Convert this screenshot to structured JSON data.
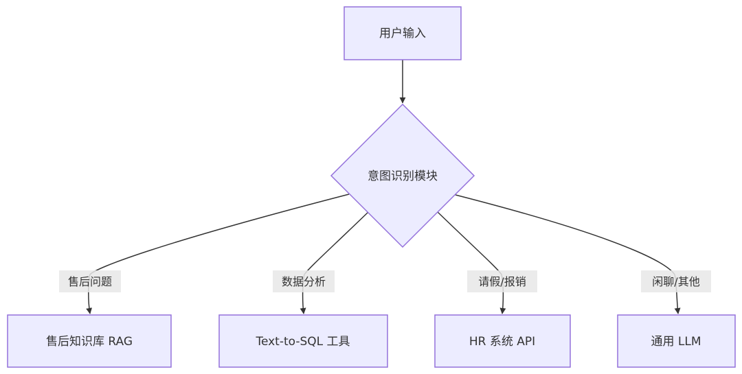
{
  "diagram": {
    "type": "flowchart",
    "nodes": {
      "input": {
        "label": "用户输入",
        "shape": "rectangle"
      },
      "intent": {
        "label": "意图识别模块",
        "shape": "diamond"
      },
      "rag": {
        "label": "售后知识库 RAG",
        "shape": "rectangle"
      },
      "sql": {
        "label": "Text-to-SQL 工具",
        "shape": "rectangle"
      },
      "hr": {
        "label": "HR 系统 API",
        "shape": "rectangle"
      },
      "llm": {
        "label": "通用 LLM",
        "shape": "rectangle"
      }
    },
    "edges": [
      {
        "from": "input",
        "to": "intent",
        "label": ""
      },
      {
        "from": "intent",
        "to": "rag",
        "label": "售后问题"
      },
      {
        "from": "intent",
        "to": "sql",
        "label": "数据分析"
      },
      {
        "from": "intent",
        "to": "hr",
        "label": "请假/报销"
      },
      {
        "from": "intent",
        "to": "llm",
        "label": "闲聊/其他"
      }
    ],
    "colors": {
      "node_fill": "#ECECFF",
      "node_stroke": "#9370DB",
      "edge": "#333333",
      "edge_label_bg": "#E8E8E8",
      "text": "#333333"
    }
  }
}
